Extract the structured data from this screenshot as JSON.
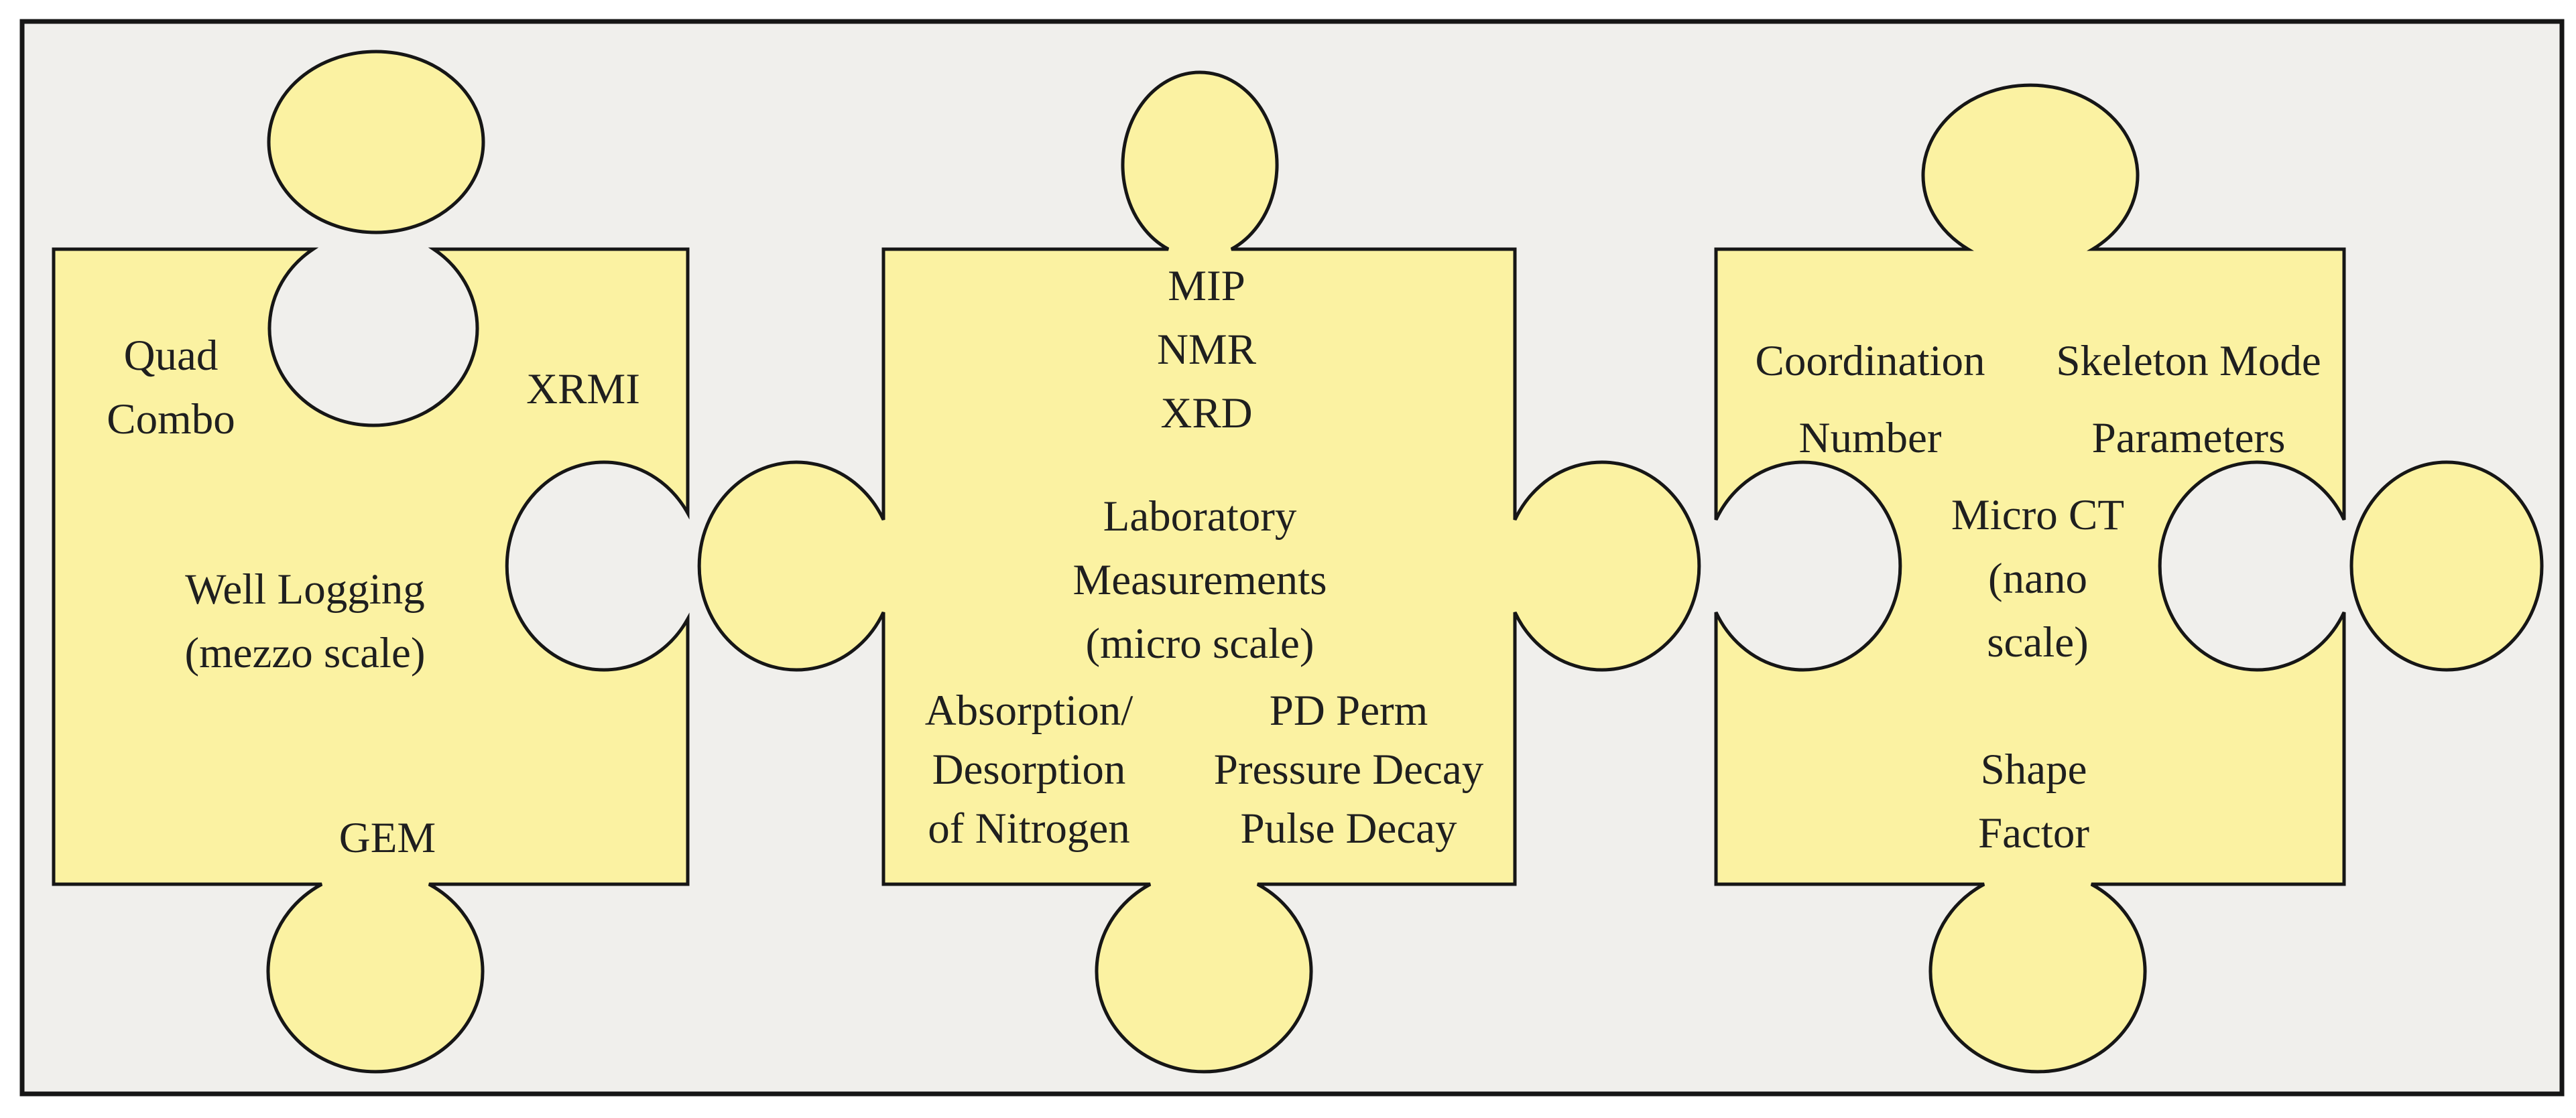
{
  "colors": {
    "page_background": "#ffffff",
    "inner_background": "#f0efec",
    "piece_fill": "#fbf2a2",
    "outline": "#161616",
    "text_color": "#1f1f1f"
  },
  "diagram": {
    "type": "jigsaw-puzzle-scales-diagram",
    "piece_count": 3
  },
  "pieces": [
    {
      "id": "well-logging-mezzo-scale",
      "texts": {
        "quad_combo": [
          "Quad",
          "Combo"
        ],
        "xrmi": [
          "XRMI"
        ],
        "center": [
          "Well Logging",
          "(mezzo scale)"
        ],
        "gem": [
          "GEM"
        ]
      }
    },
    {
      "id": "laboratory-measurements-micro-scale",
      "texts": {
        "methods_top": [
          "MIP",
          "NMR",
          "XRD"
        ],
        "center": [
          "Laboratory",
          "Measurements",
          "(micro scale)"
        ],
        "absorption": [
          "Absorption/",
          "Desorption",
          "of Nitrogen"
        ],
        "pd_perm": [
          "PD Perm",
          "Pressure Decay",
          "Pulse Decay"
        ]
      }
    },
    {
      "id": "micro-ct-nano-scale",
      "texts": {
        "coordination": [
          "Coordination",
          "Number"
        ],
        "skeleton": [
          "Skeleton Mode",
          "Parameters"
        ],
        "center": [
          "Micro CT",
          "(nano",
          "scale)"
        ],
        "shape_factor": [
          "Shape",
          "Factor"
        ]
      }
    }
  ]
}
